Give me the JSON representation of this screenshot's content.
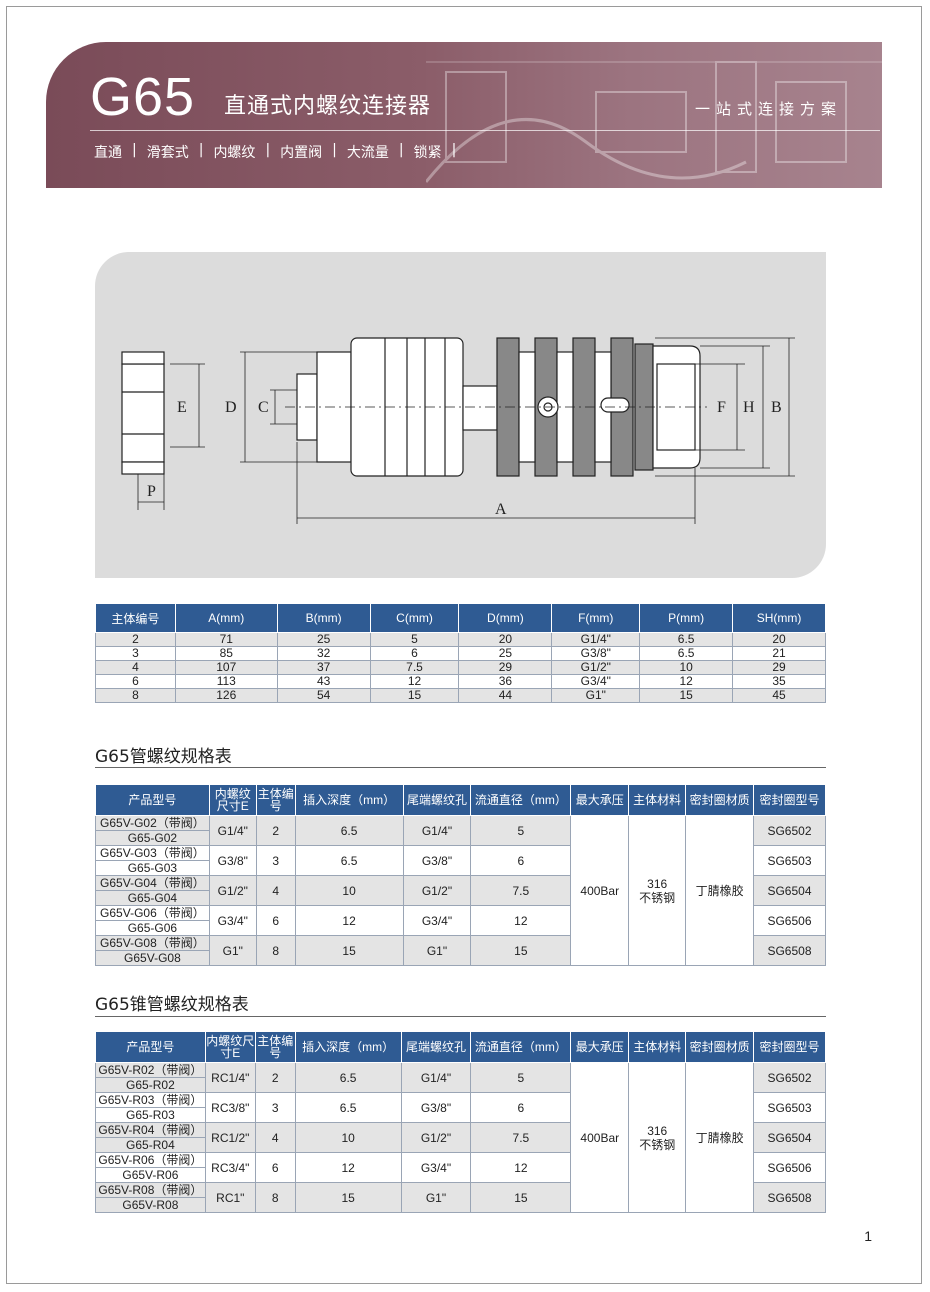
{
  "header": {
    "model": "G65",
    "title": "直通式内螺纹连接器",
    "slogan": "一站式连接方案",
    "tags": [
      "直通",
      "滑套式",
      "内螺纹",
      "内置阀",
      "大流量",
      "锁紧"
    ]
  },
  "drawing": {
    "labels": {
      "E": "E",
      "P": "P",
      "D": "D",
      "C": "C",
      "A": "A",
      "F": "F",
      "H": "H",
      "B": "B"
    }
  },
  "dim_table": {
    "headers": [
      "主体编号",
      "A(mm)",
      "B(mm)",
      "C(mm)",
      "D(mm)",
      "F(mm)",
      "P(mm)",
      "SH(mm)"
    ],
    "rows": [
      [
        "2",
        "71",
        "25",
        "5",
        "20",
        "G1/4\"",
        "6.5",
        "20"
      ],
      [
        "3",
        "85",
        "32",
        "6",
        "25",
        "G3/8\"",
        "6.5",
        "21"
      ],
      [
        "4",
        "107",
        "37",
        "7.5",
        "29",
        "G1/2\"",
        "10",
        "29"
      ],
      [
        "6",
        "113",
        "43",
        "12",
        "36",
        "G3/4\"",
        "12",
        "35"
      ],
      [
        "8",
        "126",
        "54",
        "15",
        "44",
        "G1\"",
        "15",
        "45"
      ]
    ]
  },
  "spec1": {
    "title": "G65管螺纹规格表",
    "headers": {
      "h1": "产品型号",
      "h2": "内螺纹尺寸E",
      "h3": "主体编号",
      "h4": "插入深度（mm）",
      "h5": "尾端螺纹孔",
      "h6": "流通直径（mm）",
      "h7": "最大承压",
      "h8": "主体材料",
      "h9": "密封圈材质",
      "h10": "密封圈型号"
    },
    "rows": [
      {
        "m1": "G65V-G02（带阀）",
        "m2": "G65-G02",
        "e": "G1/4\"",
        "n": "2",
        "d": "6.5",
        "t": "G1/4\"",
        "f": "5",
        "s": "SG6502"
      },
      {
        "m1": "G65V-G03（带阀）",
        "m2": "G65-G03",
        "e": "G3/8\"",
        "n": "3",
        "d": "6.5",
        "t": "G3/8\"",
        "f": "6",
        "s": "SG6503"
      },
      {
        "m1": "G65V-G04（带阀）",
        "m2": "G65-G04",
        "e": "G1/2\"",
        "n": "4",
        "d": "10",
        "t": "G1/2\"",
        "f": "7.5",
        "s": "SG6504"
      },
      {
        "m1": "G65V-G06（带阀）",
        "m2": "G65-G06",
        "e": "G3/4\"",
        "n": "6",
        "d": "12",
        "t": "G3/4\"",
        "f": "12",
        "s": "SG6506"
      },
      {
        "m1": "G65V-G08（带阀）",
        "m2": "G65V-G08",
        "e": "G1\"",
        "n": "8",
        "d": "15",
        "t": "G1\"",
        "f": "15",
        "s": "SG6508"
      }
    ],
    "pressure": "400Bar",
    "material1": "316",
    "material2": "不锈钢",
    "seal": "丁腈橡胶"
  },
  "spec2": {
    "title": "G65锥管螺纹规格表",
    "headers": {
      "h1": "产品型号",
      "h2": "内螺纹尺寸E",
      "h3": "主体编号",
      "h4": "插入深度（mm）",
      "h5": "尾端螺纹孔",
      "h6": "流通直径（mm）",
      "h7": "最大承压",
      "h8": "主体材料",
      "h9": "密封圈材质",
      "h10": "密封圈型号"
    },
    "rows": [
      {
        "m1": "G65V-R02（带阀）",
        "m2": "G65-R02",
        "e": "RC1/4\"",
        "n": "2",
        "d": "6.5",
        "t": "G1/4\"",
        "f": "5",
        "s": "SG6502"
      },
      {
        "m1": "G65V-R03（带阀）",
        "m2": "G65-R03",
        "e": "RC3/8\"",
        "n": "3",
        "d": "6.5",
        "t": "G3/8\"",
        "f": "6",
        "s": "SG6503"
      },
      {
        "m1": "G65V-R04（带阀）",
        "m2": "G65-R04",
        "e": "RC1/2\"",
        "n": "4",
        "d": "10",
        "t": "G1/2\"",
        "f": "7.5",
        "s": "SG6504"
      },
      {
        "m1": "G65V-R06（带阀）",
        "m2": "G65V-R06",
        "e": "RC3/4\"",
        "n": "6",
        "d": "12",
        "t": "G3/4\"",
        "f": "12",
        "s": "SG6506"
      },
      {
        "m1": "G65V-R08（带阀）",
        "m2": "G65V-R08",
        "e": "RC1\"",
        "n": "8",
        "d": "15",
        "t": "G1\"",
        "f": "15",
        "s": "SG6508"
      }
    ],
    "pressure": "400Bar",
    "material1": "316",
    "material2": "不锈钢",
    "seal": "丁腈橡胶"
  },
  "page_number": "1",
  "colors": {
    "banner": "#7a4b58",
    "table_header": "#2f5b93",
    "row_alt": "#e4e4e4",
    "drawing_bg": "#dcdcdc"
  }
}
